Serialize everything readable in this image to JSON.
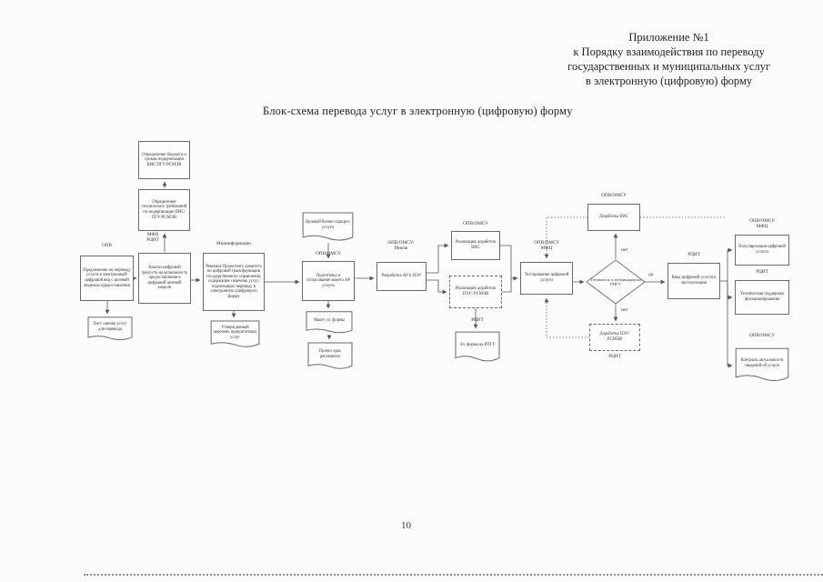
{
  "header": {
    "line1": "Приложение №1",
    "line2": "к Порядку взаимодействия по переводу",
    "line3": "государственных и муниципальных услуг",
    "line4": "в электронную (цифровую) форму"
  },
  "title": "Блок-схема перевода услуг в электронную (цифровую) форму",
  "page_number": "10",
  "flow": {
    "r_opv": "ОПВ",
    "n_proposal": "Предложение по переводу услуги в электронный/ цифровой вид с целевой моделью предоставления",
    "d_sheet": "Лист оценки услуг для перевода",
    "n_budget": "Определение бюджета и сроков модернизации ВИС/ПГУ/РСМЭВ",
    "n_techreq": "Определение технических требований по модернизации ВИС/ПГУ/РСМЭВ",
    "r_mfc": "МФЦ\nРЦИТ",
    "n_analysis": "Анализ цифровой зрелости на возможность предоставления в цифровой целевой модели",
    "r_mininform": "Мининформации",
    "n_decision": "Решение Проектного комитета по цифровой трансформации государственного управления, содержащее перечень услуг, подлежащих переводу в электронную (цифровую) форму",
    "d_list": "Утвержденный перечень приоритетных услуг",
    "d_process": "Целевой бизнес-процесс услуги",
    "r_opv_omsu_1": "ОПВ/ОМСУ",
    "n_layout": "Подготовка и согласование макета АР услуги",
    "d_form": "Макет эл. формы",
    "d_reglament": "Проект адм. регламента",
    "r_opv_omsu_minek": "ОПВ/ОМСУ/\nМинэк",
    "n_ar": "Разработка АР и ИЭУ",
    "r_opv_omsu_2": "ОПВ/ОМСУ",
    "n_vis": "Реализация доработок ВИС",
    "n_peu": "Реализация доработок ПЭУ/ РСМЭВ",
    "r_rcit_1": "РЦИТ",
    "d_elform": "Эл. форма на РПГУ",
    "r_opv_omsu_mfc_1": "ОПВ/ОМСУ\nМФЦ",
    "n_test": "Тестирование цифровой услуги",
    "r_opv_omsu_3": "ОПВ/ОМСУ",
    "n_visfix": "Доработка ВИС",
    "n_ready": "Готовность к публикации на РПГУ",
    "lbl_no_top": "нет",
    "lbl_no_bottom": "нет",
    "lbl_yes": "да",
    "n_peufix": "Доработка ПЭУ/ РСМЭВ",
    "r_rcit_2": "РЦИТ",
    "r_rcit_3": "РЦИТ",
    "n_launch": "Ввод цифровой услуги в эксплуатацию",
    "r_opv_omsu_mfc_2": "ОПВ/ОМСУ\nМФЦ",
    "n_popular": "Популяризация цифровой услуги",
    "r_rcit_4": "РЦИТ",
    "n_support": "Техническая поддержка функционирования",
    "r_opv_omsu_4": "ОПВ/ОМСУ",
    "d_control": "Контроль актуальности сведений об услуге"
  }
}
